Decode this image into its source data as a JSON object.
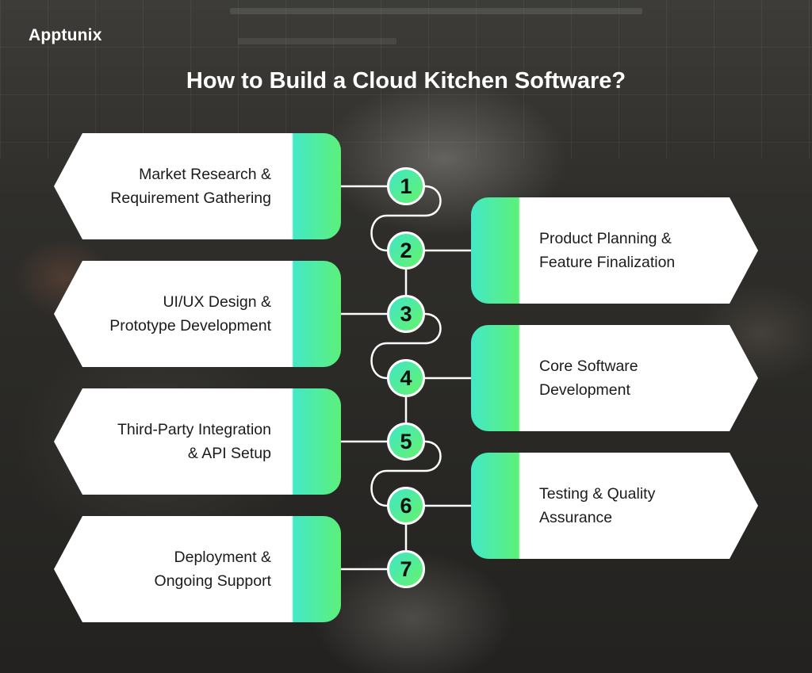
{
  "brand": {
    "name": "Apptunix"
  },
  "title": "How to Build a Cloud Kitchen Software?",
  "colors": {
    "accent_teal": "#44e8c6",
    "accent_green": "#5cf07a",
    "card": "#ffffff",
    "text": "#1b1b1b"
  },
  "steps": [
    {
      "number": "1",
      "line1": "Market Research &",
      "line2": "Requirement Gathering"
    },
    {
      "number": "2",
      "line1": "Product Planning &",
      "line2": "Feature Finalization"
    },
    {
      "number": "3",
      "line1": "UI/UX Design &",
      "line2": "Prototype Development"
    },
    {
      "number": "4",
      "line1": "Core Software",
      "line2": "Development"
    },
    {
      "number": "5",
      "line1": "Third-Party Integration",
      "line2": "& API Setup"
    },
    {
      "number": "6",
      "line1": "Testing & Quality",
      "line2": "Assurance"
    },
    {
      "number": "7",
      "line1": "Deployment &",
      "line2": "Ongoing Support"
    }
  ]
}
